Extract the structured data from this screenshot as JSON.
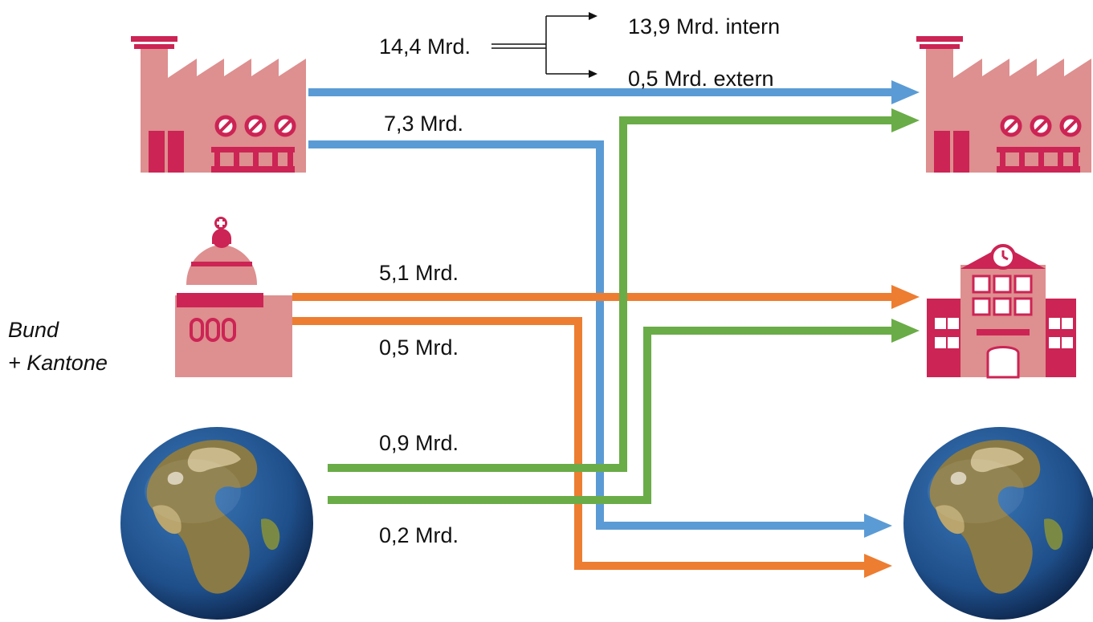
{
  "colors": {
    "blue": "#5b9bd5",
    "green": "#6aac47",
    "orange": "#ed7d31",
    "factory_light": "#de8f8f",
    "factory_dark": "#cc2454",
    "globe_ocean": "#1f4f8a",
    "globe_land": "#8a7a45"
  },
  "icons": {
    "factory_left": "factory-icon",
    "factory_right": "factory-icon",
    "government": "government-dome-icon",
    "school": "school-building-icon",
    "globe_left": "earth-globe-icon",
    "globe_right": "earth-globe-icon"
  },
  "labels": {
    "govt_line1": "Bund",
    "govt_line2": "+ Kantone"
  },
  "flows": {
    "business_to_business": {
      "amount": "14,4 Mrd.",
      "intern": "13,9 Mrd. intern",
      "extern": "0,5 Mrd. extern"
    },
    "business_to_abroad": {
      "amount": "7,3 Mrd."
    },
    "government_to_university": {
      "amount": "5,1 Mrd."
    },
    "government_to_abroad": {
      "amount": "0,5 Mrd."
    },
    "abroad_to_business": {
      "amount": "0,9 Mrd."
    },
    "abroad_to_university": {
      "amount": "0,2 Mrd."
    }
  }
}
